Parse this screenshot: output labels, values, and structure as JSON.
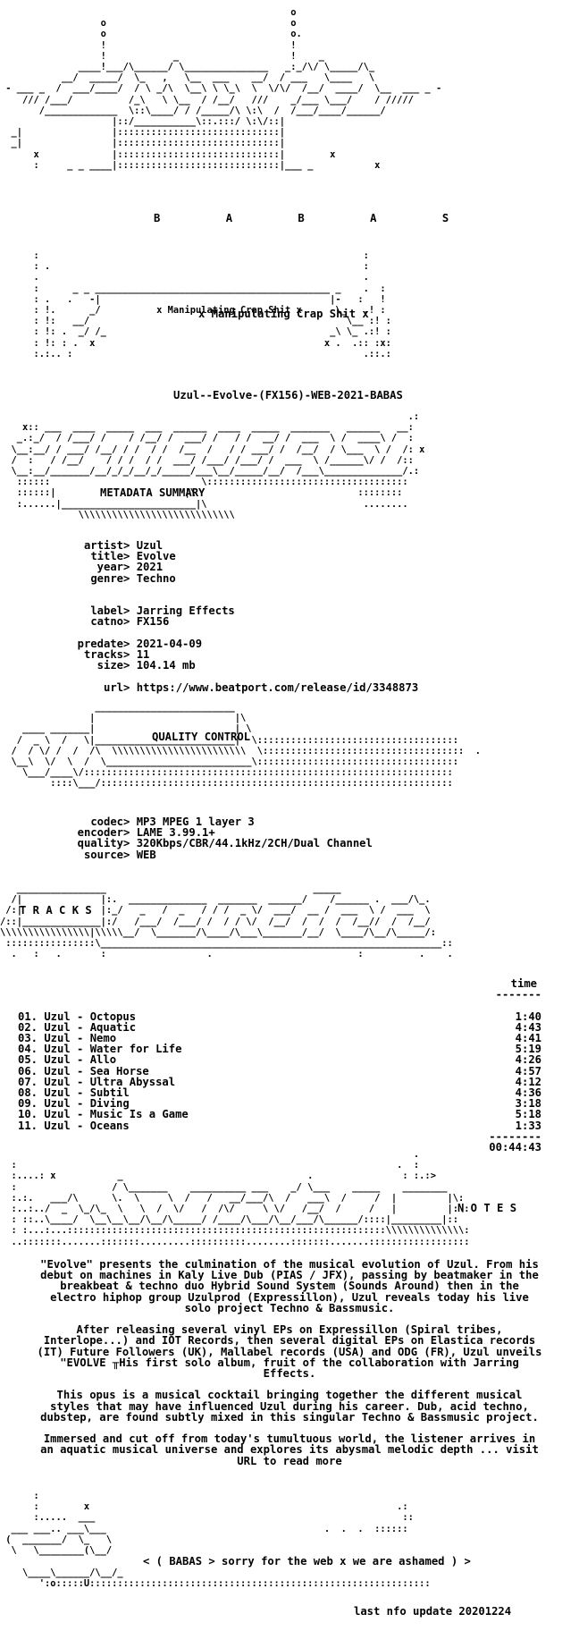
{
  "release_line": "Uzul--Evolve-(FX156)-WEB-2021-BABAS",
  "logo_group_letters": "B          A          B          A          S",
  "logo_tagline": "x Manipulating Crap Shit x",
  "sections": {
    "metadata": "METADATA SUMMARY",
    "quality": "QUALITY CONTROL",
    "tracks": "T R A C K S",
    "notes": "N O T E S"
  },
  "metadata": [
    {
      "key": "artist",
      "value": "Uzul"
    },
    {
      "key": "title",
      "value": "Evolve"
    },
    {
      "key": "year",
      "value": "2021"
    },
    {
      "key": "genre",
      "value": "Techno"
    },
    {
      "key": "label",
      "value": "Jarring Effects"
    },
    {
      "key": "catno",
      "value": "FX156"
    },
    {
      "key": "predate",
      "value": "2021-04-09"
    },
    {
      "key": "tracks",
      "value": "11"
    },
    {
      "key": "size",
      "value": "104.14 mb"
    },
    {
      "key": "url",
      "value": "https://www.beatport.com/release/id/3348873"
    }
  ],
  "quality": [
    {
      "key": "codec",
      "value": "MP3 MPEG 1 layer 3"
    },
    {
      "key": "encoder",
      "value": "LAME 3.99.1+"
    },
    {
      "key": "quality",
      "value": "320Kbps/CBR/44.1kHz/2CH/Dual Channel"
    },
    {
      "key": "source",
      "value": "WEB"
    }
  ],
  "tracklist": {
    "time_header": "time",
    "rule": "-------",
    "items": [
      {
        "label": "01. Uzul - Octopus",
        "time": "1:40"
      },
      {
        "label": "02. Uzul - Aquatic",
        "time": "4:43"
      },
      {
        "label": "03. Uzul - Nemo",
        "time": "4:41"
      },
      {
        "label": "04. Uzul - Water for Life",
        "time": "5:19"
      },
      {
        "label": "05. Uzul - Allo",
        "time": "4:26"
      },
      {
        "label": "06. Uzul - Sea Horse",
        "time": "4:57"
      },
      {
        "label": "07. Uzul - Ultra Abyssal",
        "time": "4:12"
      },
      {
        "label": "08. Uzul - Subtil",
        "time": "4:36"
      },
      {
        "label": "09. Uzul - Diving",
        "time": "3:18"
      },
      {
        "label": "10. Uzul - Music Is a Game",
        "time": "5:18"
      },
      {
        "label": "11. Uzul - Oceans",
        "time": "1:33"
      }
    ],
    "total_rule": "--------",
    "total": "00:44:43"
  },
  "notes": [
    "\"Evolve\" presents the culmination of the musical evolution of Uzul. From his debut on machines in Kaly Live Dub (PIAS / JFX), passing by beatmaker in the breakbeat & techno duo Hybrid Sound System (Sounds Around) then in the electro hiphop group Uzulprod (Expressillon), Uzul reveals today his live solo project Techno & Bassmusic.",
    "After releasing several vinyl EPs on Expressillon (Spiral tribes, Interlope...) and IOT Records, then several digital EPs on Elastica records (IT) Future Followers (UK), Mallabel records (USA) and ODG (FR), Uzul unveils \"EVOLVE ╥His first solo album, fruit of the collaboration with Jarring Effects.",
    "This opus is a musical cocktail bringing together the different musical styles that may have influenced Uzul during his career. Dub, acid techno, dubstep, are found subtly mixed in this singular Techno & Bassmusic project.",
    "Immersed and cut off from today's tumultuous world, the listener arrives in an aquatic musical universe and explores its abysmal melodic depth ... visit URL to read more"
  ],
  "footer_banner": "< ( BABAS > sorry for the web x we are ashamed ) >",
  "last_update": "last nfo update 20201224"
}
